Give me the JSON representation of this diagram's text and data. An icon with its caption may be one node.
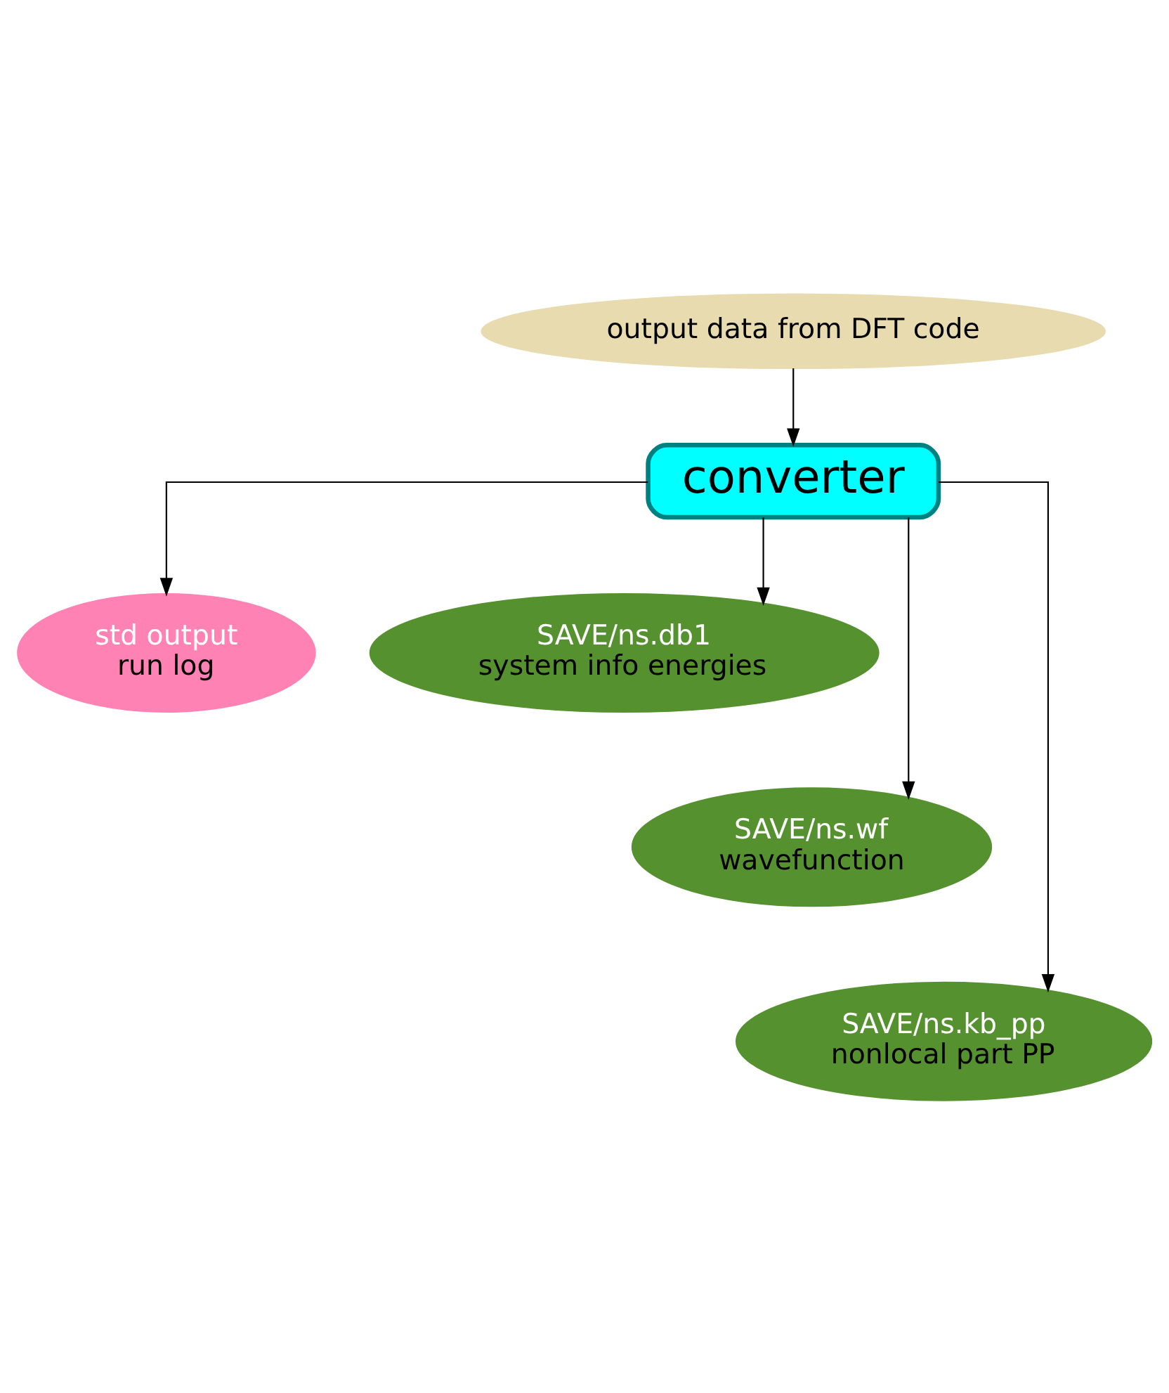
{
  "diagram": {
    "nodes": [
      {
        "text": [
          "output data from DFT code"
        ]
      },
      {
        "text": [
          "converter"
        ]
      },
      {
        "text": [
          "SAVE/ns.db1",
          "system info energies"
        ]
      },
      {
        "text": [
          "std output",
          "run log"
        ]
      },
      {
        "text": [
          "SAVE/ns.wf",
          "wavefunction"
        ]
      },
      {
        "text": [
          "SAVE/ns.kb_pp",
          "nonlocal part PP"
        ]
      }
    ],
    "edges": [
      {
        "from": 0,
        "to": 1,
        "arrow": "to"
      },
      {
        "from": 1,
        "to": 2,
        "arrow": "to"
      },
      {
        "from": 1,
        "to": 3,
        "arrow": "to"
      },
      {
        "from": 1,
        "to": 4,
        "arrow": "to"
      },
      {
        "from": 1,
        "to": 5,
        "arrow": "to"
      }
    ]
  }
}
